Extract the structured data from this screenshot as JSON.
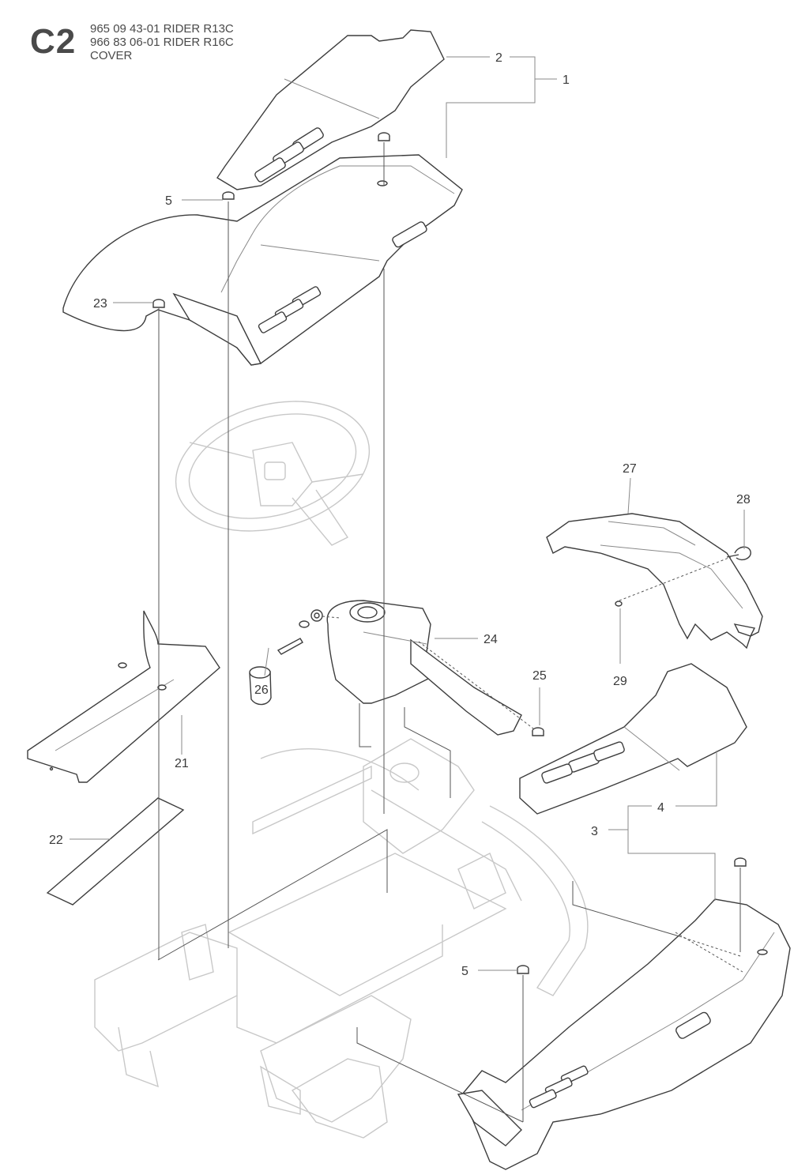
{
  "header": {
    "code": "C2",
    "lines": [
      "965 09 43-01 RIDER R13C",
      "966 83 06-01 RIDER R16C",
      "COVER"
    ]
  },
  "callouts": {
    "c1": "1",
    "c2": "2",
    "c3": "3",
    "c4": "4",
    "c5a": "5",
    "c5b": "5",
    "c21": "21",
    "c22": "22",
    "c23": "23",
    "c24": "24",
    "c25": "25",
    "c26": "26",
    "c27": "27",
    "c28": "28",
    "c29": "29"
  }
}
